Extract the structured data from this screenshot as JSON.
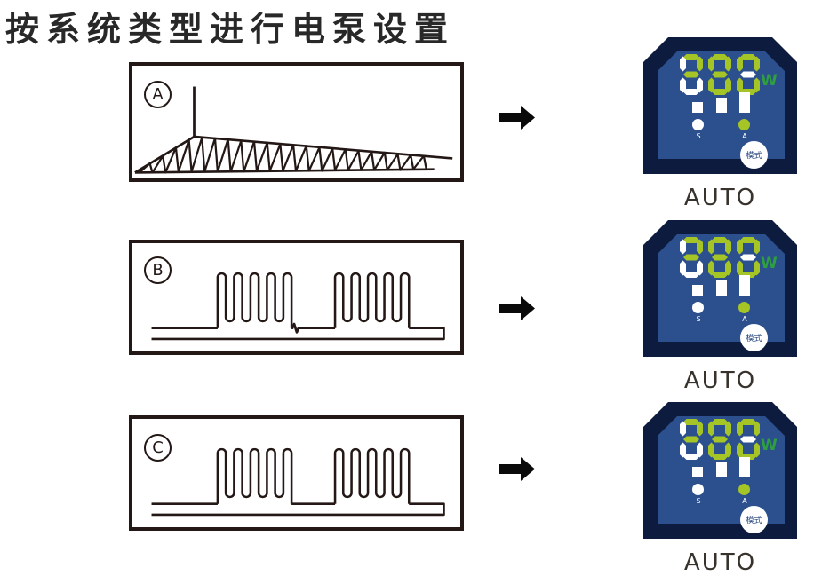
{
  "title": "按系统类型进行电泵设置",
  "colors": {
    "panel_outer": "#0d1b3e",
    "panel_inner": "#2b508d",
    "digit_green": "#a5c426",
    "digit_white": "#ffffff",
    "watt_green": "#2f9e41",
    "line_art": "#231815",
    "arrow_black": "#0a0a0a",
    "auto_text": "#38322c",
    "title_text": "#282828",
    "mode_text": "#27477e"
  },
  "rows": [
    {
      "system_label": "A",
      "system_description": "floor-heating-coil-in-room-perspective",
      "result_label": "AUTO"
    },
    {
      "system_label": "B",
      "system_description": "two-radiator-coils-with-pipe-break",
      "result_label": "AUTO"
    },
    {
      "system_label": "C",
      "system_description": "two-radiator-coils-continuous-pipe",
      "result_label": "AUTO"
    }
  ],
  "panel": {
    "display_value": "888",
    "unit": "W",
    "digits": [
      {
        "a": "green",
        "b": "green",
        "c": "white",
        "d": "white",
        "e": "white",
        "f": "white",
        "g": "green"
      },
      {
        "a": "green",
        "b": "green",
        "c": "green",
        "d": "green",
        "e": "green",
        "f": "green",
        "g": "green"
      },
      {
        "a": "green",
        "b": "green",
        "c": "green",
        "d": "green",
        "e": "green",
        "f": "green",
        "g": "white"
      }
    ],
    "bars": [
      {
        "height": 12
      },
      {
        "height": 17
      },
      {
        "height": 23
      }
    ],
    "indicators": [
      {
        "label": "S",
        "color": "white"
      },
      {
        "label": "A",
        "color": "green"
      }
    ],
    "mode_button_label": "模式"
  }
}
